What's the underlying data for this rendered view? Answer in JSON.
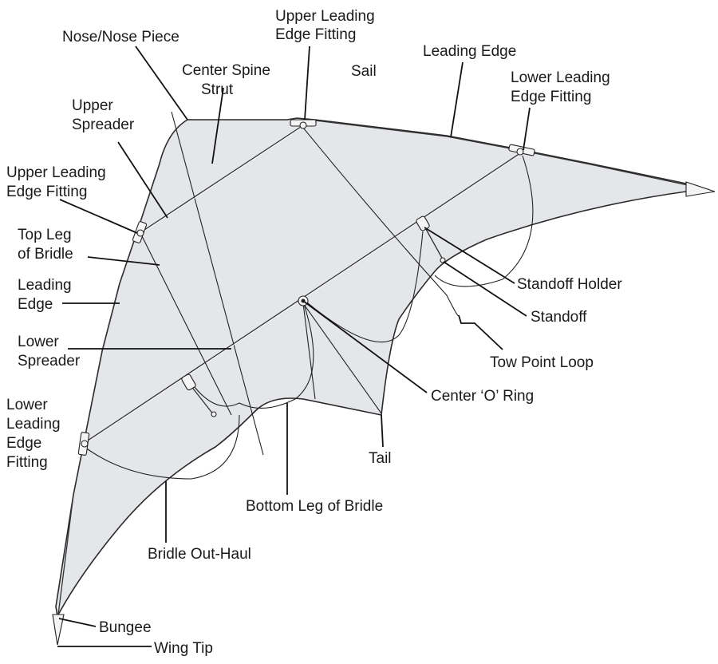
{
  "labels": {
    "upper_leading_edge_fitting_top": [
      "Upper Leading",
      "Edge Fitting"
    ],
    "nose_piece": [
      "Nose/Nose Piece"
    ],
    "center_spine_strut": [
      "Center Spine",
      "Strut"
    ],
    "sail": [
      "Sail"
    ],
    "leading_edge_top": [
      "Leading Edge"
    ],
    "lower_leading_edge_fitting_right": [
      "Lower Leading",
      "Edge Fitting"
    ],
    "upper_spreader": [
      "Upper",
      "Spreader"
    ],
    "upper_leading_edge_fitting_left": [
      "Upper Leading",
      "Edge Fitting"
    ],
    "top_leg_of_bridle": [
      "Top Leg",
      "of Bridle"
    ],
    "leading_edge_left": [
      "Leading",
      "Edge"
    ],
    "standoff_holder": [
      "Standoff Holder"
    ],
    "standoff": [
      "Standoff"
    ],
    "tow_point_loop": [
      "Tow Point Loop"
    ],
    "lower_spreader": [
      "Lower",
      "Spreader"
    ],
    "center_o_ring": [
      "Center ‘O’ Ring"
    ],
    "lower_leading_edge_fitting_left": [
      "Lower",
      "Leading",
      "Edge",
      "Fitting"
    ],
    "tail": [
      "Tail"
    ],
    "bottom_leg_of_bridle": [
      "Bottom Leg of Bridle"
    ],
    "bridle_out_haul": [
      "Bridle Out-Haul"
    ],
    "bungee": [
      "Bungee"
    ],
    "wing_tip": [
      "Wing Tip"
    ]
  },
  "colors": {
    "sail_fill": "#e4e6e9",
    "outline": "#2a2a2a",
    "text": "#1a1a1a"
  }
}
